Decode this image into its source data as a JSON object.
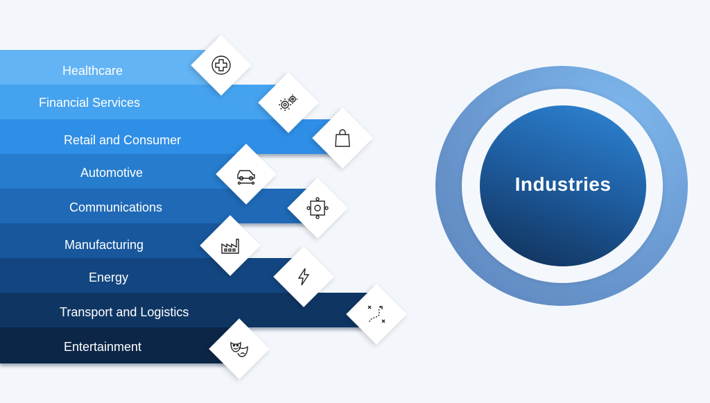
{
  "industries": [
    {
      "label": "Healthcare",
      "color": "#63b4f5",
      "icon": "medical-cross-icon"
    },
    {
      "label": "Financial Services",
      "color": "#45a2ef",
      "icon": "gears-icon"
    },
    {
      "label": "Retail and Consumer",
      "color": "#2f8ee6",
      "icon": "shopping-bag-icon"
    },
    {
      "label": "Automotive",
      "color": "#267ccd",
      "icon": "car-icon"
    },
    {
      "label": "Communications",
      "color": "#1f69b6",
      "icon": "network-icon"
    },
    {
      "label": "Manufacturing",
      "color": "#18579c",
      "icon": "factory-icon"
    },
    {
      "label": "Energy",
      "color": "#134680",
      "icon": "lightning-icon"
    },
    {
      "label": "Transport and Logistics",
      "color": "#0f3663",
      "icon": "route-icon"
    },
    {
      "label": "Entertainment",
      "color": "#0b2647",
      "icon": "theater-masks-icon"
    }
  ],
  "hub": {
    "title": "Industries"
  }
}
